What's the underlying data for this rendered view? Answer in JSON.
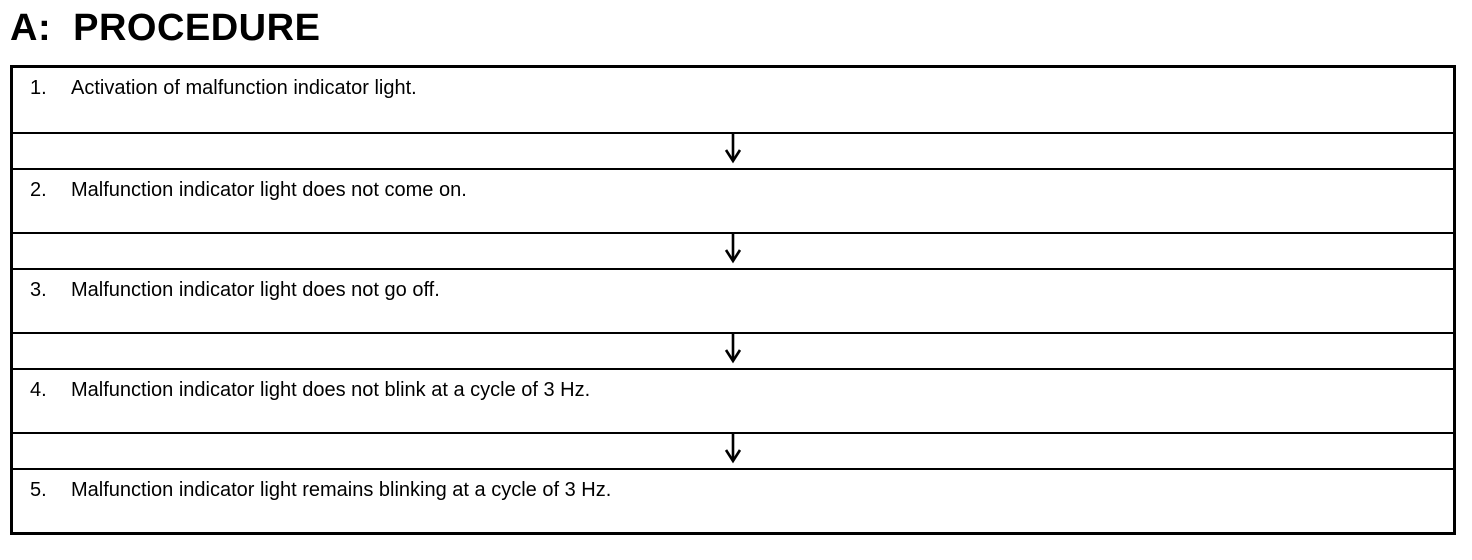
{
  "title": {
    "prefix": "A:",
    "label": "PROCEDURE"
  },
  "flow": {
    "connector_icon": "down-arrow",
    "steps": [
      {
        "number": "1.",
        "text": "Activation of malfunction indicator light."
      },
      {
        "number": "2.",
        "text": "Malfunction indicator light does not come on."
      },
      {
        "number": "3.",
        "text": "Malfunction indicator light does not go off."
      },
      {
        "number": "4.",
        "text": "Malfunction indicator light does not blink at a cycle of 3 Hz."
      },
      {
        "number": "5.",
        "text": "Malfunction indicator light remains blinking at a cycle of 3 Hz."
      }
    ]
  },
  "colors": {
    "ink": "#000000",
    "background": "#ffffff"
  }
}
